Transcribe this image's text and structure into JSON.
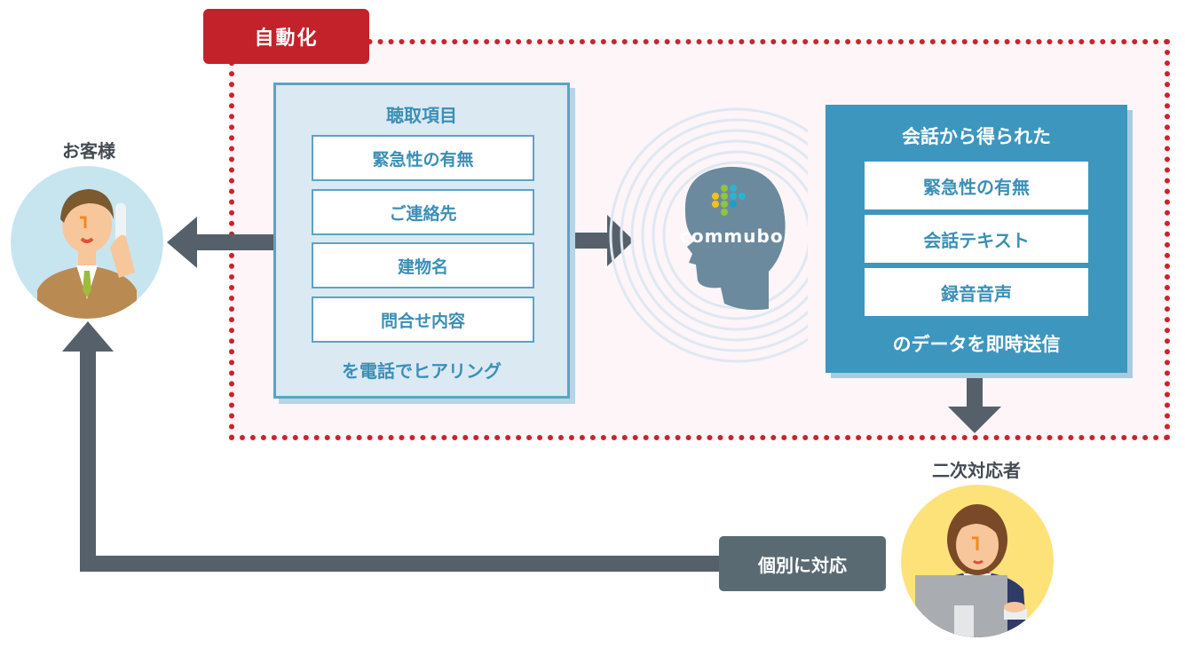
{
  "automation_tag": "自動化",
  "customer_label": "お客様",
  "secondary_label": "二次対応者",
  "hearing": {
    "title": "聴取項目",
    "items": [
      "緊急性の有無",
      "ご連絡先",
      "建物名",
      "問合せ内容"
    ],
    "footer": "を電話でヒアリング"
  },
  "robot_brand": "commubo",
  "result": {
    "title": "会話から得られた",
    "items": [
      "緊急性の有無",
      "会話テキスト",
      "録音音声"
    ],
    "footer": "のデータを即時送信"
  },
  "individual_button": "個別に対応",
  "colors": {
    "red": "#c4222b",
    "blue": "#3d96be",
    "light_blue": "#dbe9f3",
    "arrow": "#55606a"
  }
}
